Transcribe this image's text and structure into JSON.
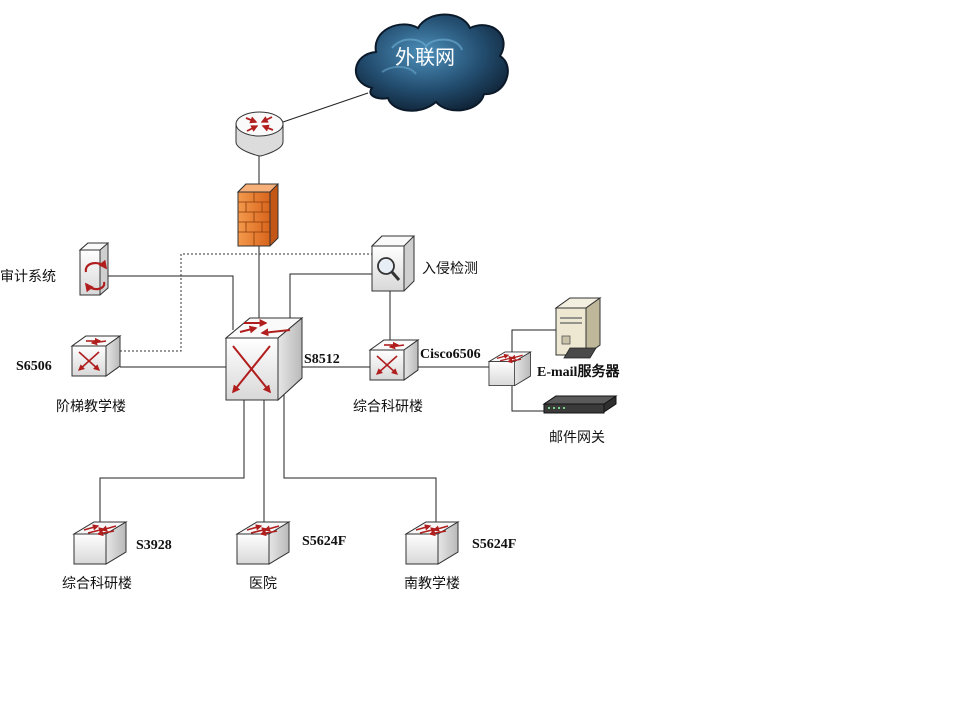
{
  "labels": {
    "cloud": "外联网",
    "audit": "审计系统",
    "ids": "入侵检测",
    "core": "S8512",
    "s6506": "S6506",
    "s6506_building": "阶梯教学楼",
    "cisco": "Cisco6506",
    "cisco_building": "综合科研楼",
    "email_server": "E-mail服务器",
    "mail_gateway": "邮件网关",
    "s3928": "S3928",
    "s3928_building": "综合科研楼",
    "s5624f_a": "S5624F",
    "s5624f_a_building": "医院",
    "s5624f_b": "S5624F",
    "s5624f_b_building": "南教学楼"
  },
  "colors": {
    "cloud_dark": "#0b1a2a",
    "cloud_light": "#3d7fa8",
    "firewall": "#e8772a",
    "switch_arrow": "#b01e1e",
    "device_body": "#f2f2f2"
  },
  "icons": {
    "cloud": "cloud-icon",
    "router": "router-icon",
    "firewall": "firewall-icon",
    "audit": "audit-server-icon",
    "ids": "ids-icon",
    "core": "core-switch-icon",
    "switch": "switch-icon",
    "server": "server-icon",
    "gateway": "mail-gateway-icon"
  }
}
